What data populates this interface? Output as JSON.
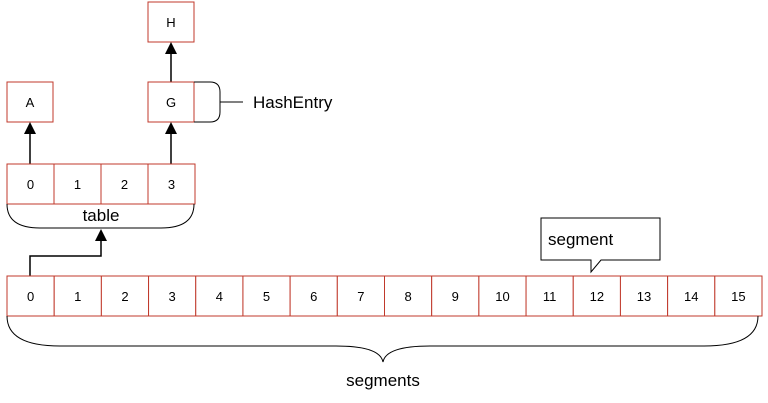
{
  "segments_array": {
    "cells": [
      "0",
      "1",
      "2",
      "3",
      "4",
      "5",
      "6",
      "7",
      "8",
      "9",
      "10",
      "11",
      "12",
      "13",
      "14",
      "15"
    ],
    "label": "segments"
  },
  "table_array": {
    "cells": [
      "0",
      "1",
      "2",
      "3"
    ],
    "label": "table"
  },
  "entries": {
    "a": "A",
    "g": "G",
    "h": "H"
  },
  "hashentry_label": "HashEntry",
  "segment_callout": "segment"
}
